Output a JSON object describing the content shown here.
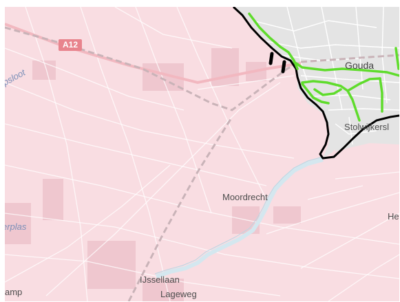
{
  "map": {
    "colors": {
      "land": "#f9dde2",
      "urban": "#e3e3e3",
      "water": "#d4e7ef",
      "route_green": "#5fdc2c",
      "boundary": "#000000"
    },
    "labels": {
      "gouda": "Gouda",
      "stolwijkersluis": "Stolwijkersl",
      "moordrecht": "Moordrecht",
      "ijssellaan": "IJssellaan",
      "lageweg": "Lageweg",
      "he": "He",
      "amp": "amp",
      "plas": "erplas",
      "sloot": "psloot"
    },
    "road_shield": {
      "a12": "A12"
    }
  }
}
